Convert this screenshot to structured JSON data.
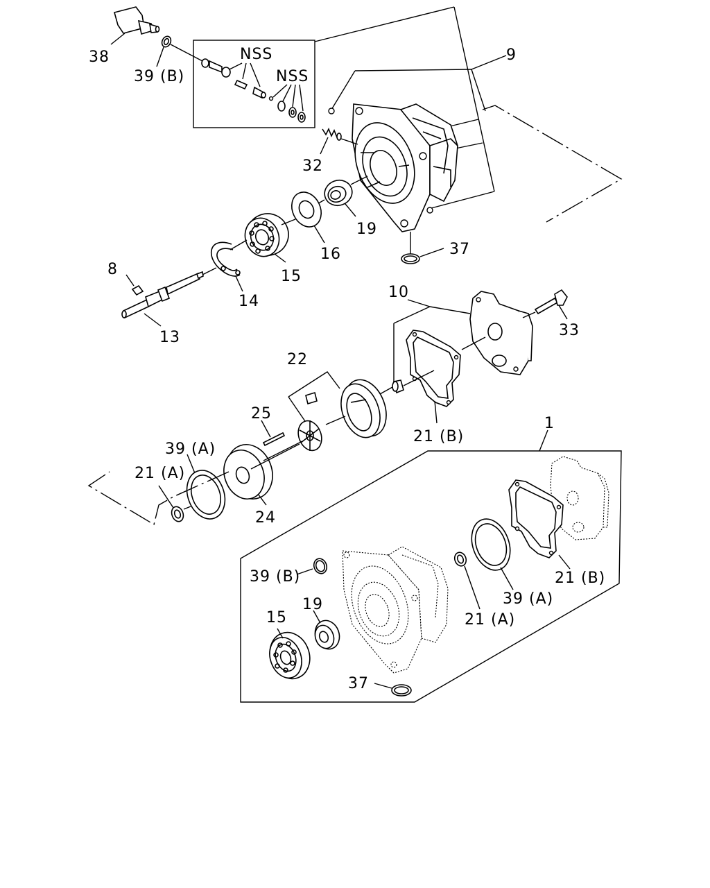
{
  "callouts": {
    "c38": "38",
    "c39b_top": "39 (B)",
    "nss1": "NSS",
    "nss2": "NSS",
    "c9": "9",
    "c32": "32",
    "c19_top": "19",
    "c16": "16",
    "c37_top": "37",
    "c15_top": "15",
    "c8": "8",
    "c14": "14",
    "c13": "13",
    "c10": "10",
    "c33": "33",
    "c22": "22",
    "c21b_top": "21 (B)",
    "c25": "25",
    "c39a_top": "39 (A)",
    "c21a_top": "21 (A)",
    "c24": "24",
    "c1": "1",
    "c39b_kit": "39 (B)",
    "c19_kit": "19",
    "c15_kit": "15",
    "c37_kit": "37",
    "c21a_kit": "21 (A)",
    "c39a_kit": "39 (A)",
    "c21b_kit": "21 (B)"
  }
}
